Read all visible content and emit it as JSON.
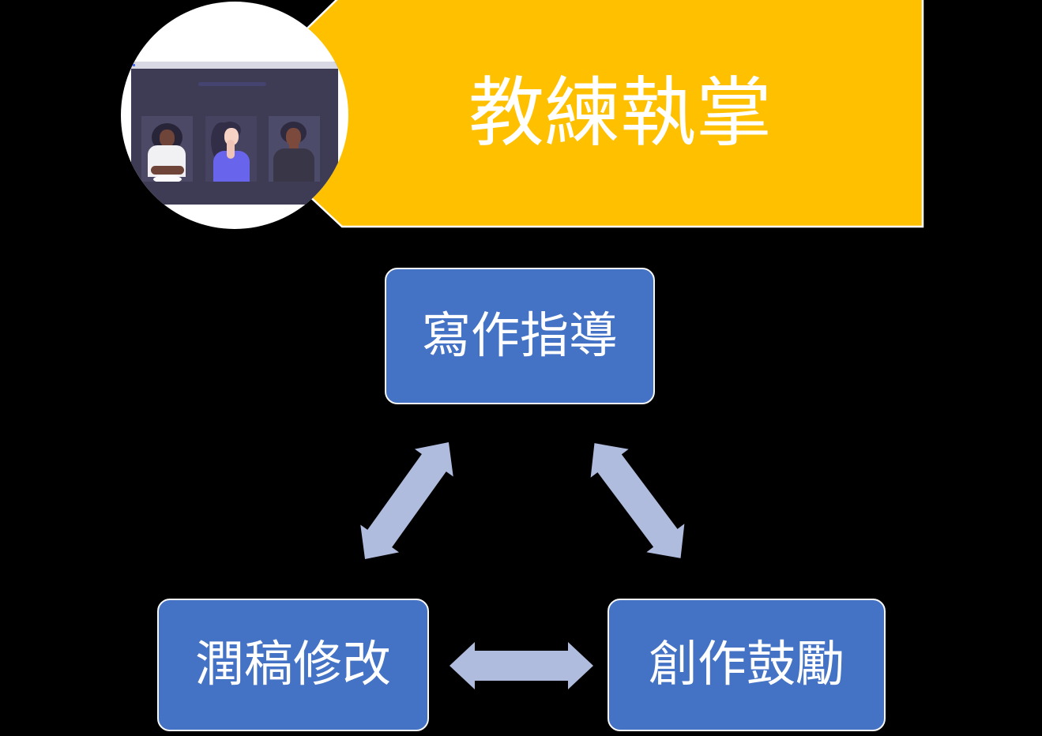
{
  "banner": {
    "title": "教練執掌",
    "bg_color": "#FFC000",
    "text_color": "#FFFFFF"
  },
  "photo": {
    "icon": "video-call-illustration",
    "description_people_count": "3"
  },
  "diagram": {
    "type": "cycle",
    "node_fill": "#4472C4",
    "node_border": "#FFFFFF",
    "node_text_color": "#FFFFFF",
    "arrow_color": "#AFBCDE",
    "nodes": [
      {
        "id": "top",
        "label": "寫作指導"
      },
      {
        "id": "bottom_left",
        "label": "潤稿修改"
      },
      {
        "id": "bottom_right",
        "label": "創作鼓勵"
      }
    ],
    "connections": [
      {
        "from": "top",
        "to": "bottom_left",
        "bidirectional": true
      },
      {
        "from": "top",
        "to": "bottom_right",
        "bidirectional": true
      },
      {
        "from": "bottom_left",
        "to": "bottom_right",
        "bidirectional": true
      }
    ]
  }
}
